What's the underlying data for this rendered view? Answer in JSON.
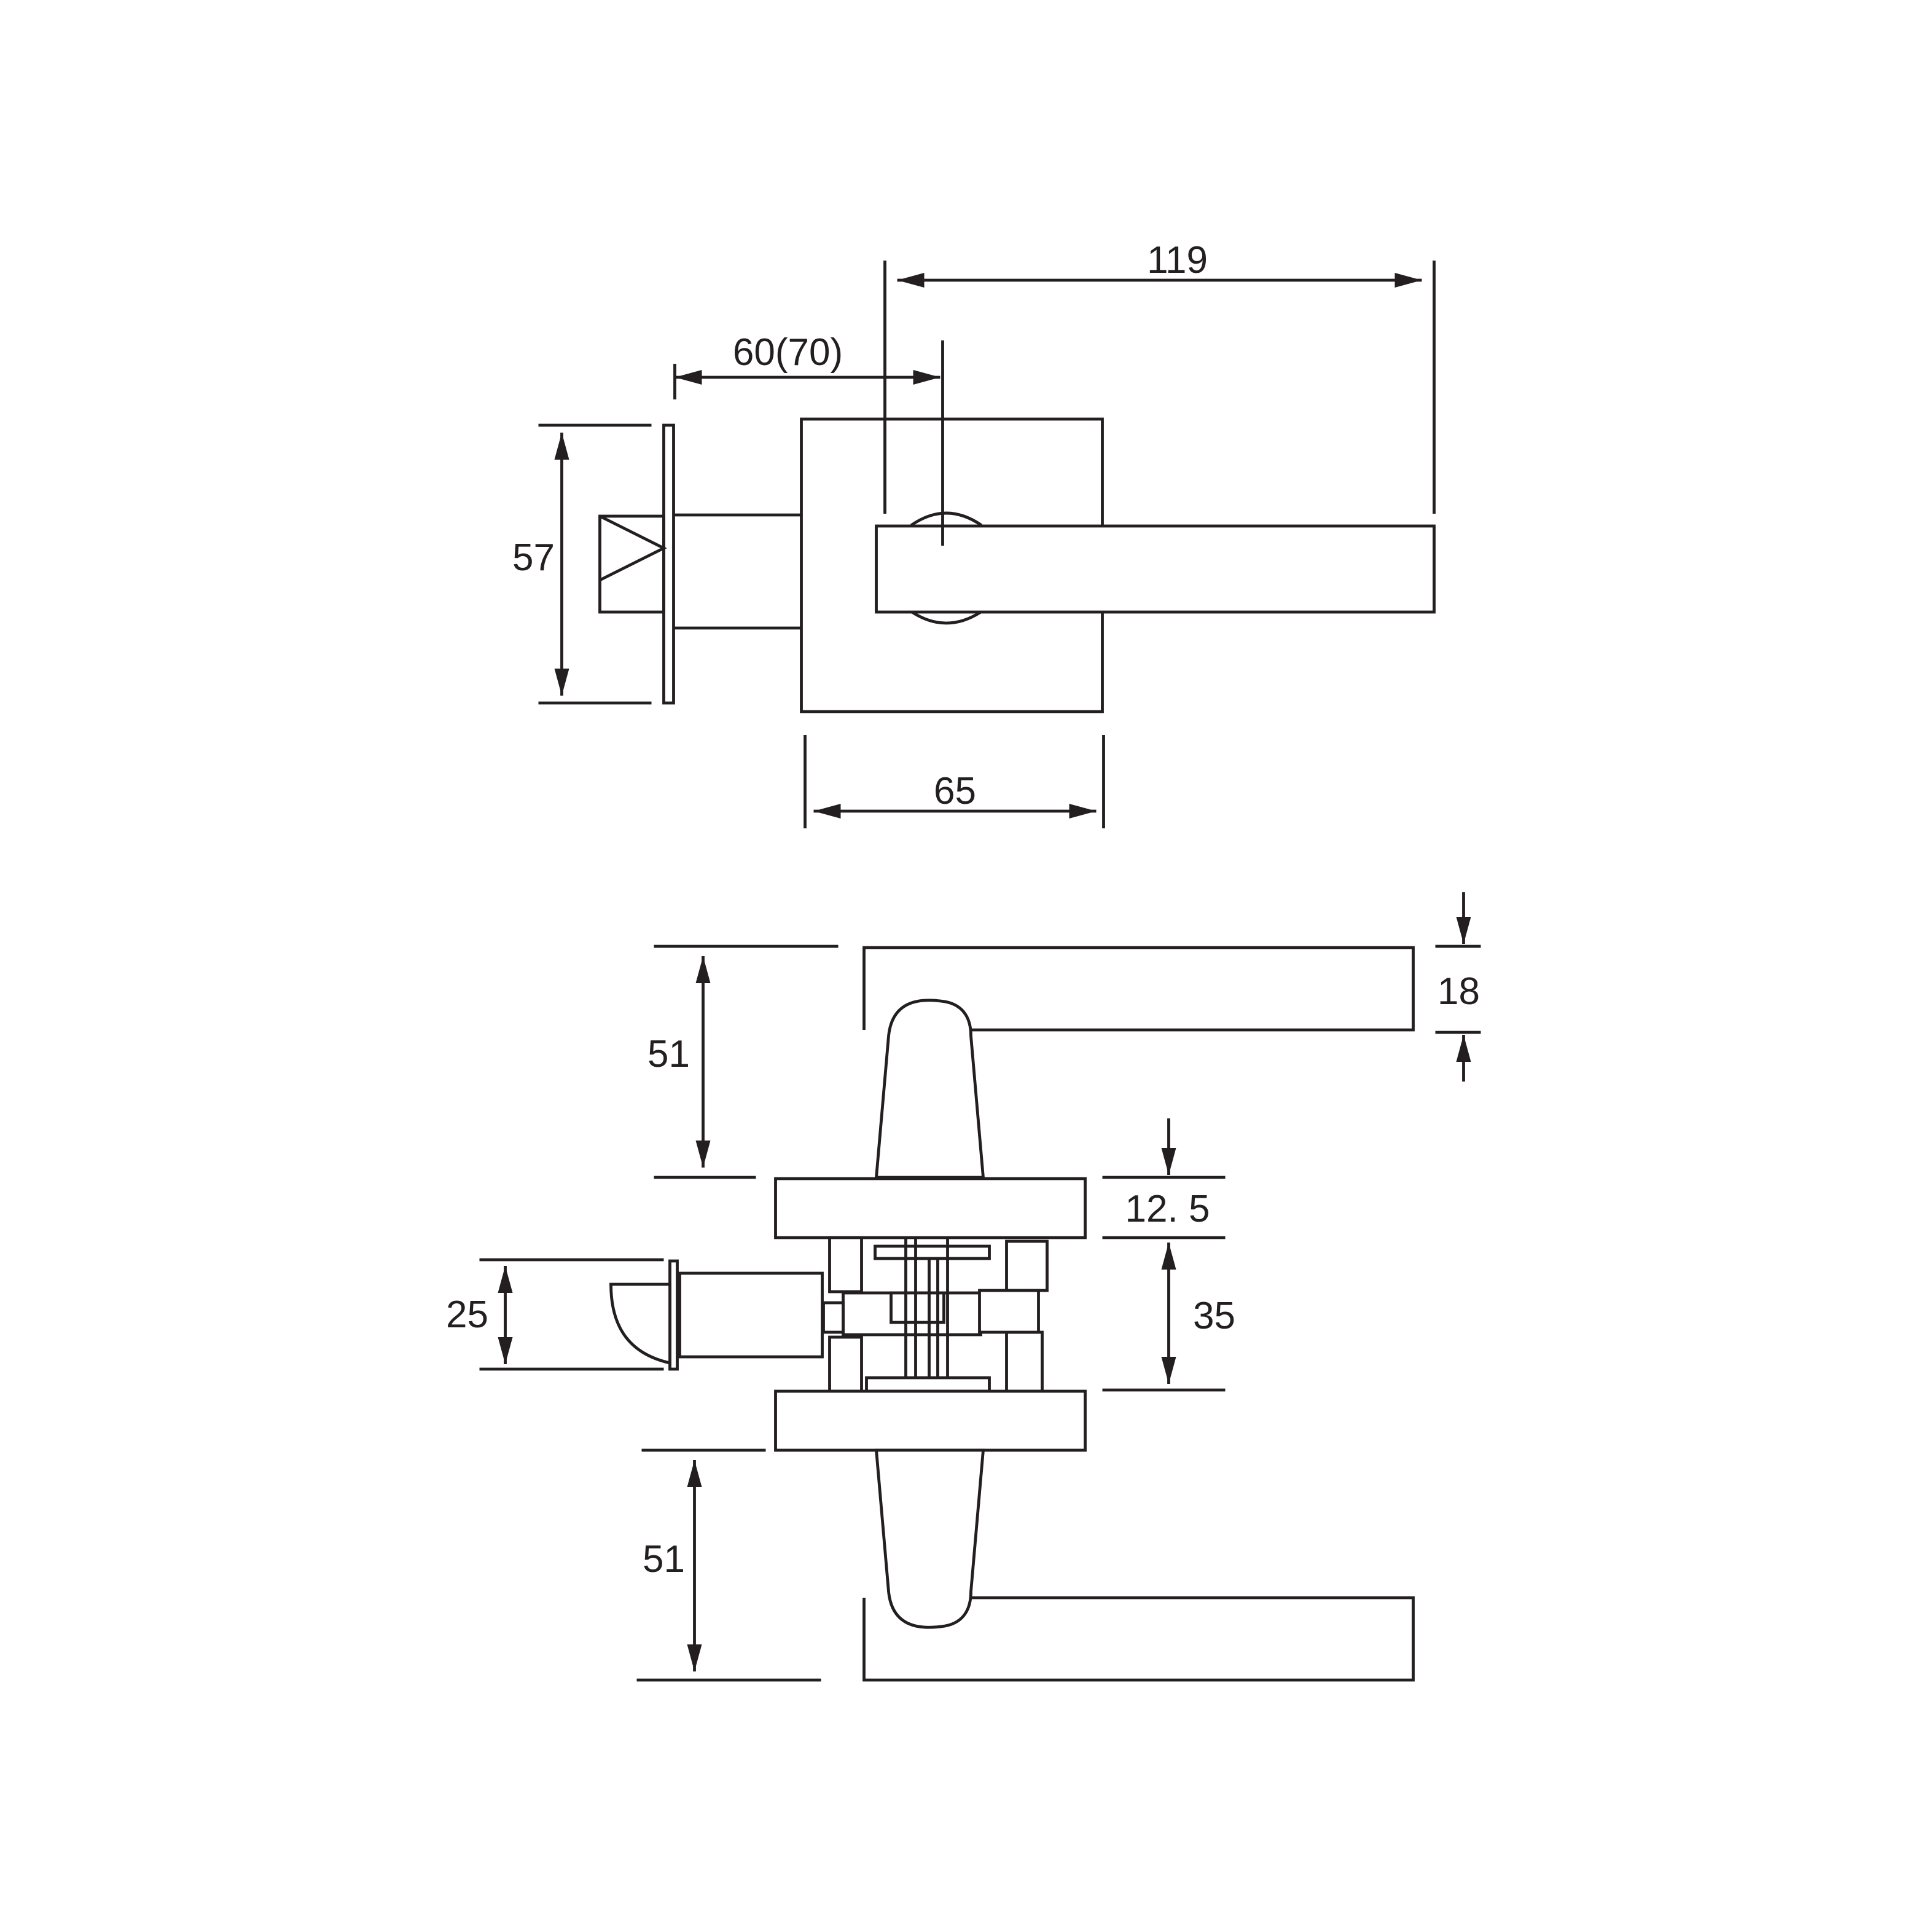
{
  "dimensions": {
    "top_view": {
      "lever_length": "119",
      "backset": "60(70)",
      "latch_faceplate_height": "57",
      "rose_width": "65"
    },
    "side_view": {
      "lever_offset_upper": "51",
      "lever_offset_lower": "51",
      "lever_thickness": "18",
      "rose_thickness": "12. 5",
      "door_thickness": "35",
      "latch_width": "25"
    }
  },
  "colors": {
    "line": "#231f20",
    "background": "#ffffff"
  }
}
